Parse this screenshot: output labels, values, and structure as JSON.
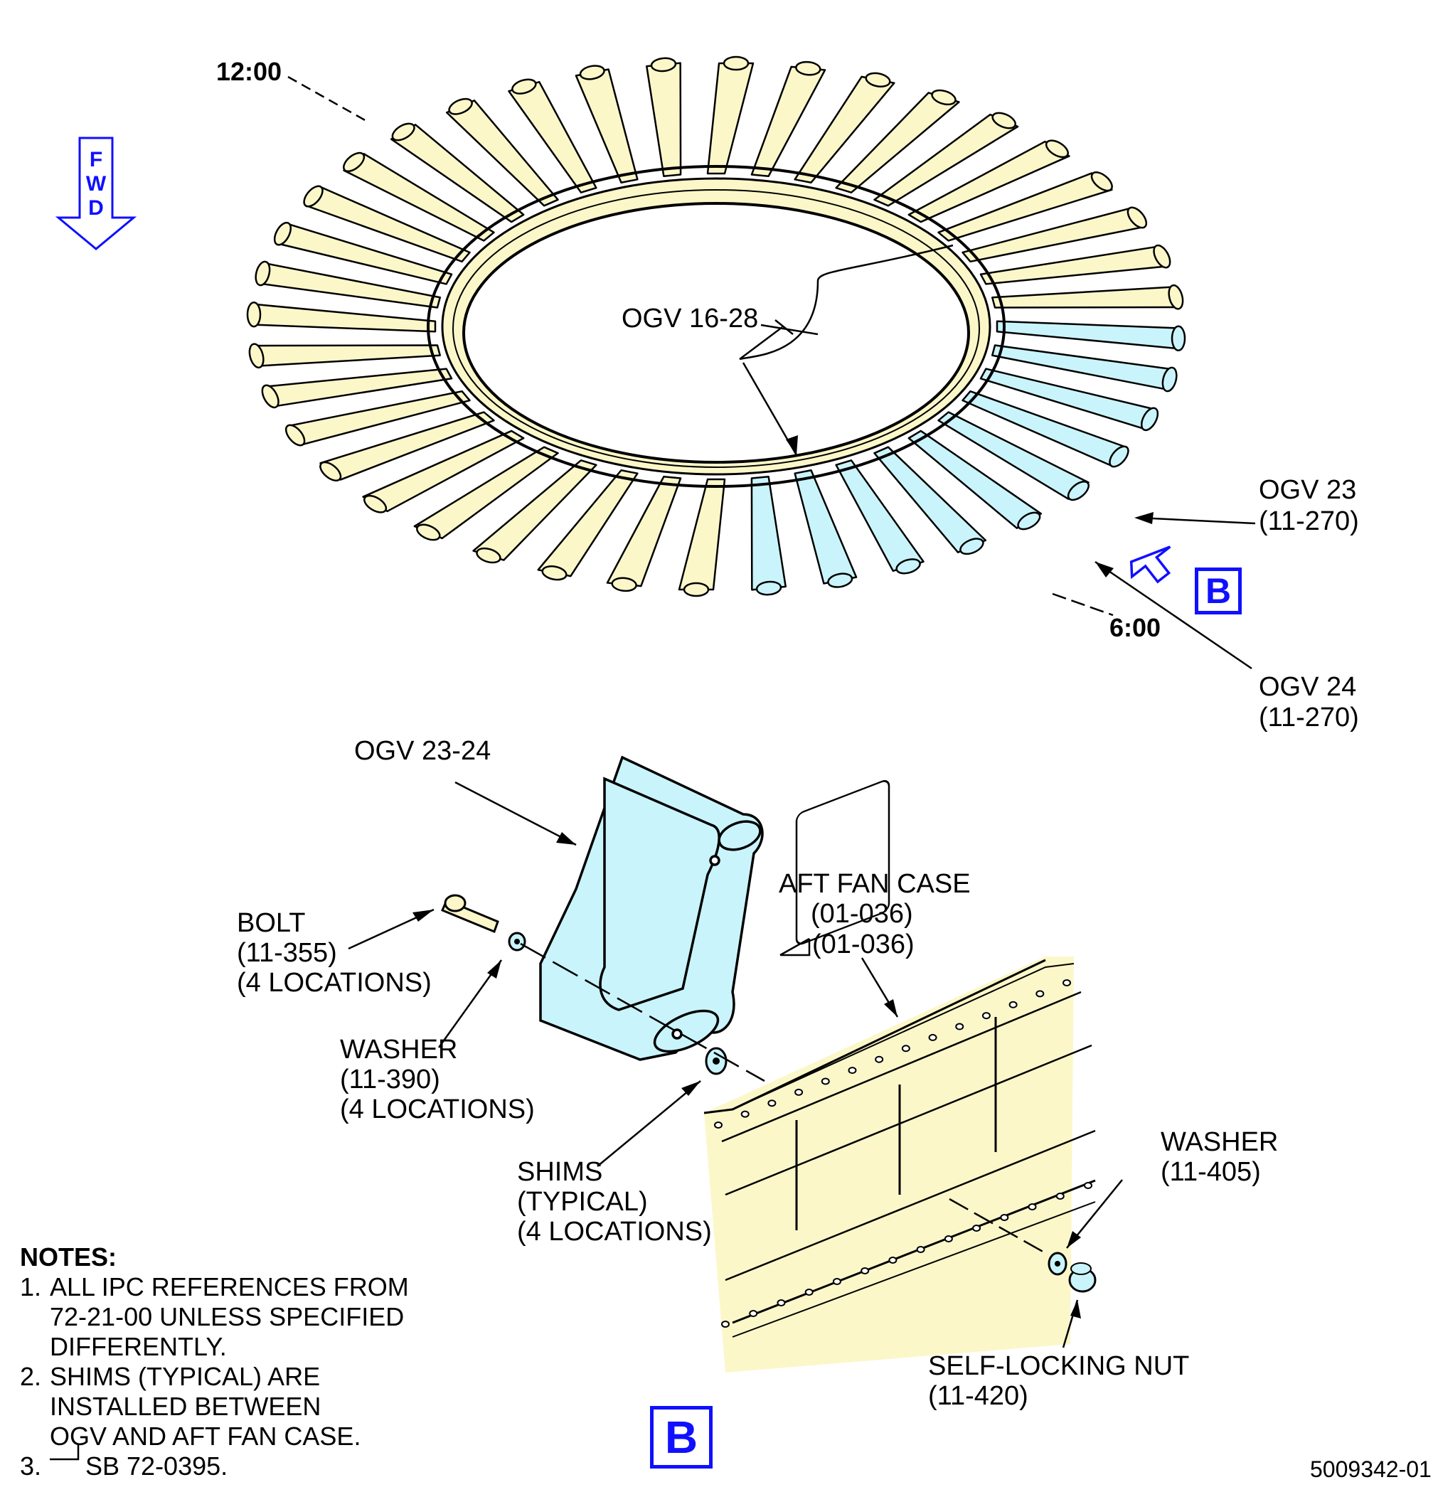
{
  "fwd_indicator": {
    "letters": [
      "F",
      "W",
      "D"
    ],
    "color": "#1010ff"
  },
  "clock": {
    "top": "12:00",
    "bottom": "6:00"
  },
  "labels": {
    "ogv_16_28": "OGV 16-28",
    "ogv_23": {
      "name": "OGV 23",
      "ref": "(11-270)"
    },
    "ogv_24": {
      "name": "OGV 24",
      "ref": "(11-270)"
    },
    "ogv_23_24": "OGV 23-24",
    "aft_fan_case": {
      "name": "AFT FAN CASE",
      "ref": "(01-036)",
      "ref_sb": "(01-036)"
    },
    "bolt": {
      "name": "BOLT",
      "ref": "(11-355)",
      "qty": "(4 LOCATIONS)"
    },
    "washer_a": {
      "name": "WASHER",
      "ref": "(11-390)",
      "qty": "(4 LOCATIONS)"
    },
    "shims": {
      "name": "SHIMS",
      "type": "(TYPICAL)",
      "qty": "(4 LOCATIONS)"
    },
    "washer_b": {
      "name": "WASHER",
      "ref": "(11-405)"
    },
    "nut": {
      "name": "SELF-LOCKING NUT",
      "ref": "(11-420)"
    }
  },
  "view_callout": {
    "letter": "B",
    "color": "#1010ff"
  },
  "notes": {
    "heading": "NOTES:",
    "items": [
      {
        "num": "1.",
        "text": "ALL IPC REFERENCES FROM\n72-21-00 UNLESS SPECIFIED\nDIFFERENTLY."
      },
      {
        "num": "2.",
        "text": "SHIMS (TYPICAL) ARE\nINSTALLED BETWEEN\nOGV AND AFT FAN CASE."
      },
      {
        "num": "3.",
        "text": "SB 72-0395."
      }
    ]
  },
  "figure_id": "5009342-01",
  "colors": {
    "vane_yellow": "#fbf7c9",
    "vane_blue": "#c9f4fb",
    "callout_blue": "#1010ff"
  }
}
